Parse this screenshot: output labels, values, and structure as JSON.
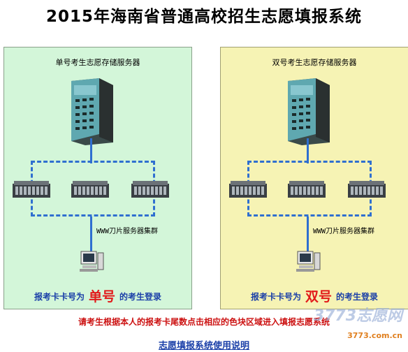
{
  "title": "2015年海南省普通高校招生志愿填报系统",
  "left_panel": {
    "server_label": "单号考生志愿存储服务器",
    "cluster_label": "WWW刀片服务器集群",
    "login_prefix": "报考卡卡号为",
    "login_highlight": "单号",
    "login_suffix": "的考生登录",
    "color": "#d3f6d9"
  },
  "right_panel": {
    "server_label": "双号考生志愿存储服务器",
    "cluster_label": "WWW刀片服务器集群",
    "login_prefix": "报考卡卡号为",
    "login_highlight": "双号",
    "login_suffix": "的考生登录",
    "color": "#f6f3b4"
  },
  "instruction": "请考生根据本人的报考卡尾数点击相应的色块区域进入填报志愿系统",
  "manual_link": "志愿填报系统使用说明",
  "watermark": {
    "logo_text": "3773志愿网",
    "url": "3773.com.cn"
  },
  "colors": {
    "line": "#2f6fd0",
    "highlight": "#e21a1a",
    "login_text": "#1a3fa8"
  }
}
